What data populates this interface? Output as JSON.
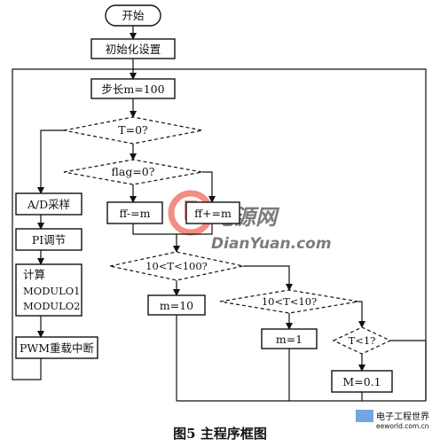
{
  "figure": {
    "caption": "图5  主程序框图",
    "nodes": {
      "start": "开始",
      "init": "初始化设置",
      "step": "步长m=100",
      "dec_T0": "T=0?",
      "dec_flag": "flag=0?",
      "ff_minus": "ff-=m",
      "ff_plus": "ff+=m",
      "ad": "A/D采样",
      "pi": "PI调节",
      "calc_1": "计算",
      "calc_2": "MODULO1",
      "calc_3": "MODULO2",
      "pwm": "PWM重载中断",
      "dec_100": "10<T<100?",
      "m10": "m=10",
      "dec_10": "10<T<10?",
      "m1": "m=1",
      "dec_1": "T<1?",
      "m01": "M=0.1"
    },
    "watermarks": {
      "logo_top": "电源网",
      "logo_url": "DianYuan.com",
      "corner_1": "电子工程世界",
      "corner_2": "eeworld.com.cn"
    },
    "colors": {
      "line": "#111111",
      "box_fill": "#ffffff",
      "watermark_red": "#e8321e",
      "watermark_blue": "#3a7fd0"
    }
  }
}
